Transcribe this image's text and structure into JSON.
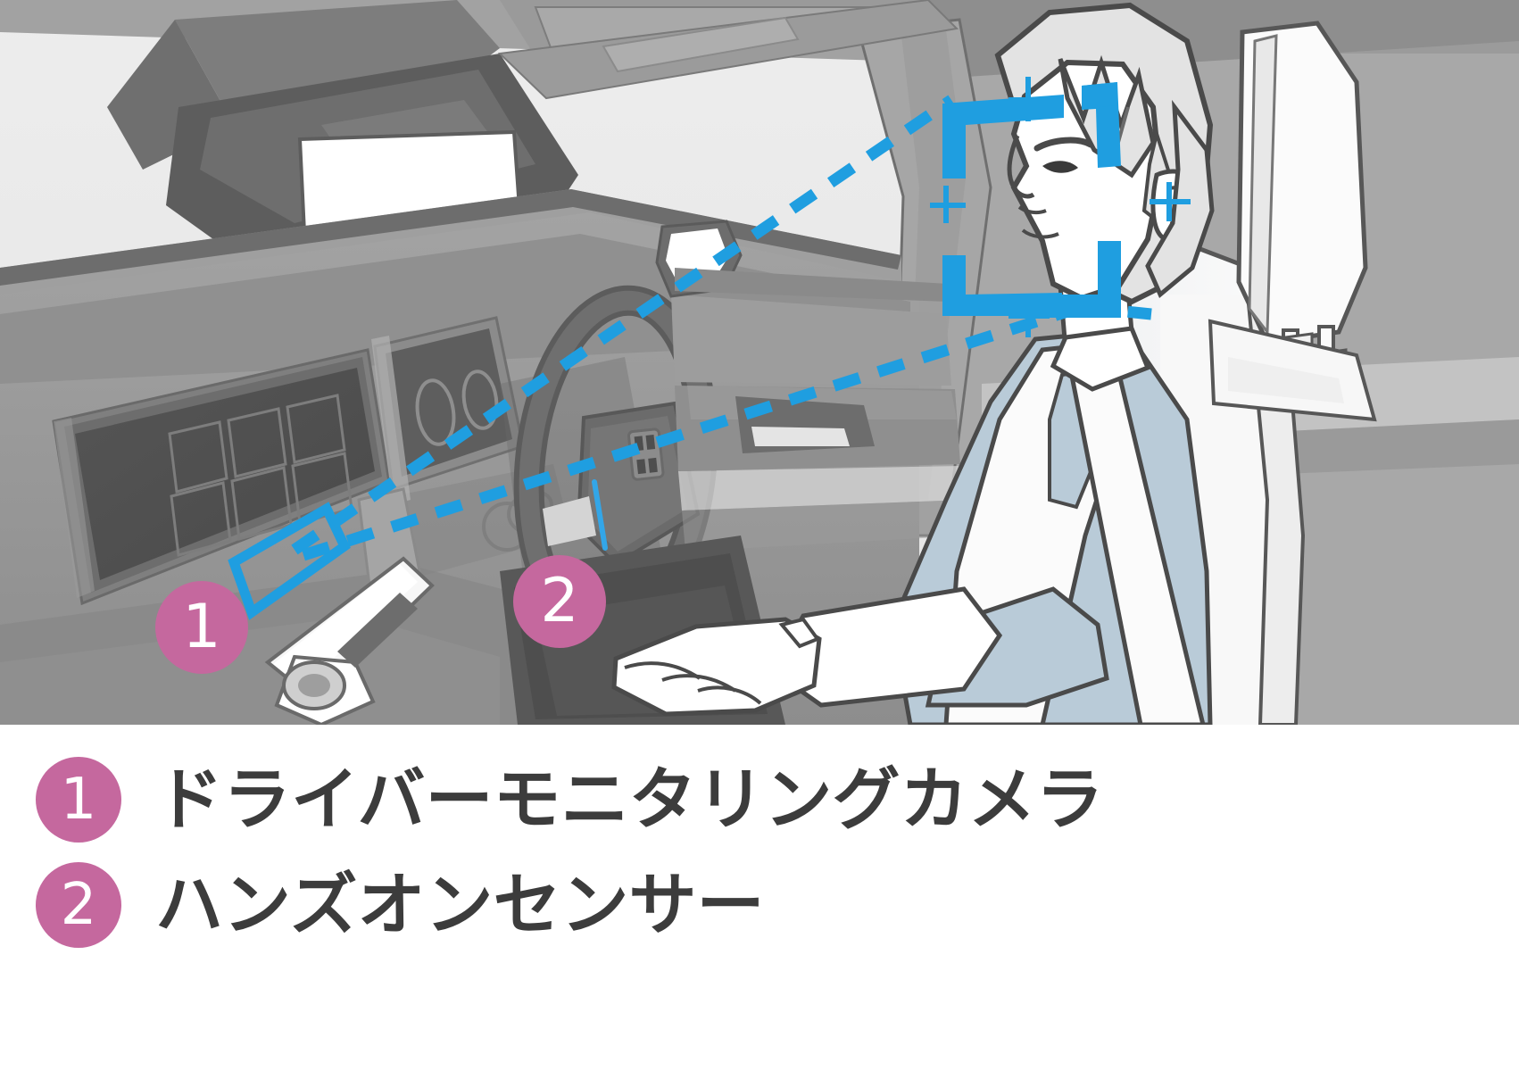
{
  "colors": {
    "accent_pink": "#c5689e",
    "accent_blue": "#1f9ee0",
    "legend_text": "#3c3c3c",
    "background": "#ffffff",
    "cabin_light": "#e9e9e9",
    "dash_gray": "#9a9a9a",
    "dash_dark": "#4f4f4f",
    "outline": "#4a4a4a",
    "jacket_blue": "#b7c9d6",
    "seat_white": "#f4f4f4"
  },
  "illustration": {
    "alt": "car-interior-driver-illustration",
    "callouts": [
      {
        "id": "1",
        "name": "driver-monitoring-camera-hotspot"
      },
      {
        "id": "2",
        "name": "hands-on-sensor-hotspot"
      }
    ],
    "overlays": {
      "face_tracking_frame": "face-detect-brackets",
      "camera_field_of_view": "dashed-blue-sight-lines",
      "camera_highlight_box": "blue-rect-around-camera"
    }
  },
  "legend": {
    "items": [
      {
        "number": "1",
        "label": "ドライバーモニタリングカメラ"
      },
      {
        "number": "2",
        "label": "ハンズオンセンサー"
      }
    ]
  }
}
